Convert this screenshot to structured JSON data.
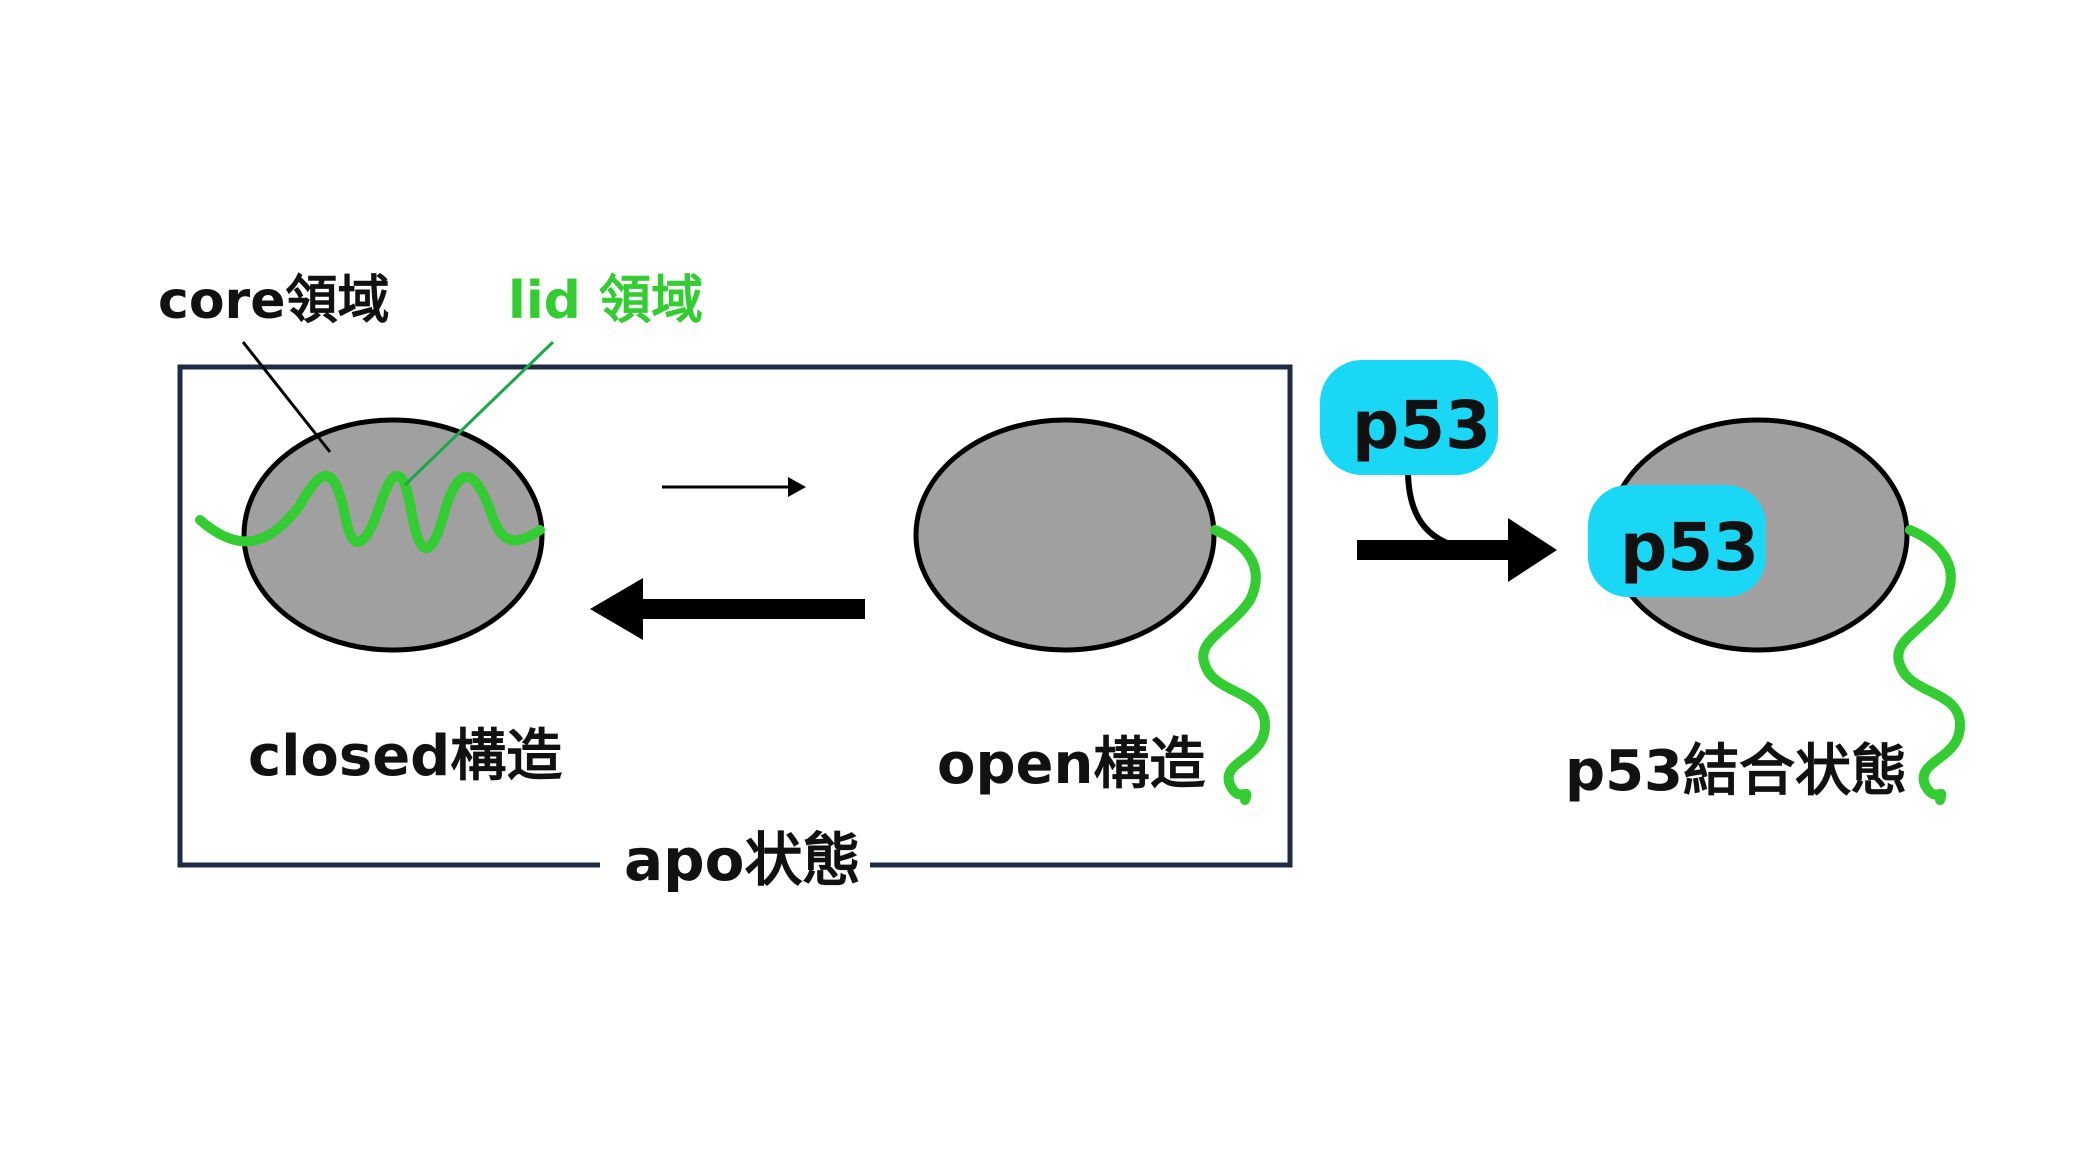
{
  "labels": {
    "core_domain": "core領域",
    "lid_domain": "lid 領域",
    "closed_structure": "closed構造",
    "open_structure": "open構造",
    "apo_state": "apo状態",
    "p53_binding_state": "p53結合状態",
    "p53_free": "p53",
    "p53_bound": "p53"
  },
  "colors": {
    "domain_fill": "#a0a0a0",
    "outline": "#000000",
    "lid": "#33cc33",
    "p53": "#1ad8f5",
    "box_border": "#1f2a44",
    "text": "#111111"
  }
}
